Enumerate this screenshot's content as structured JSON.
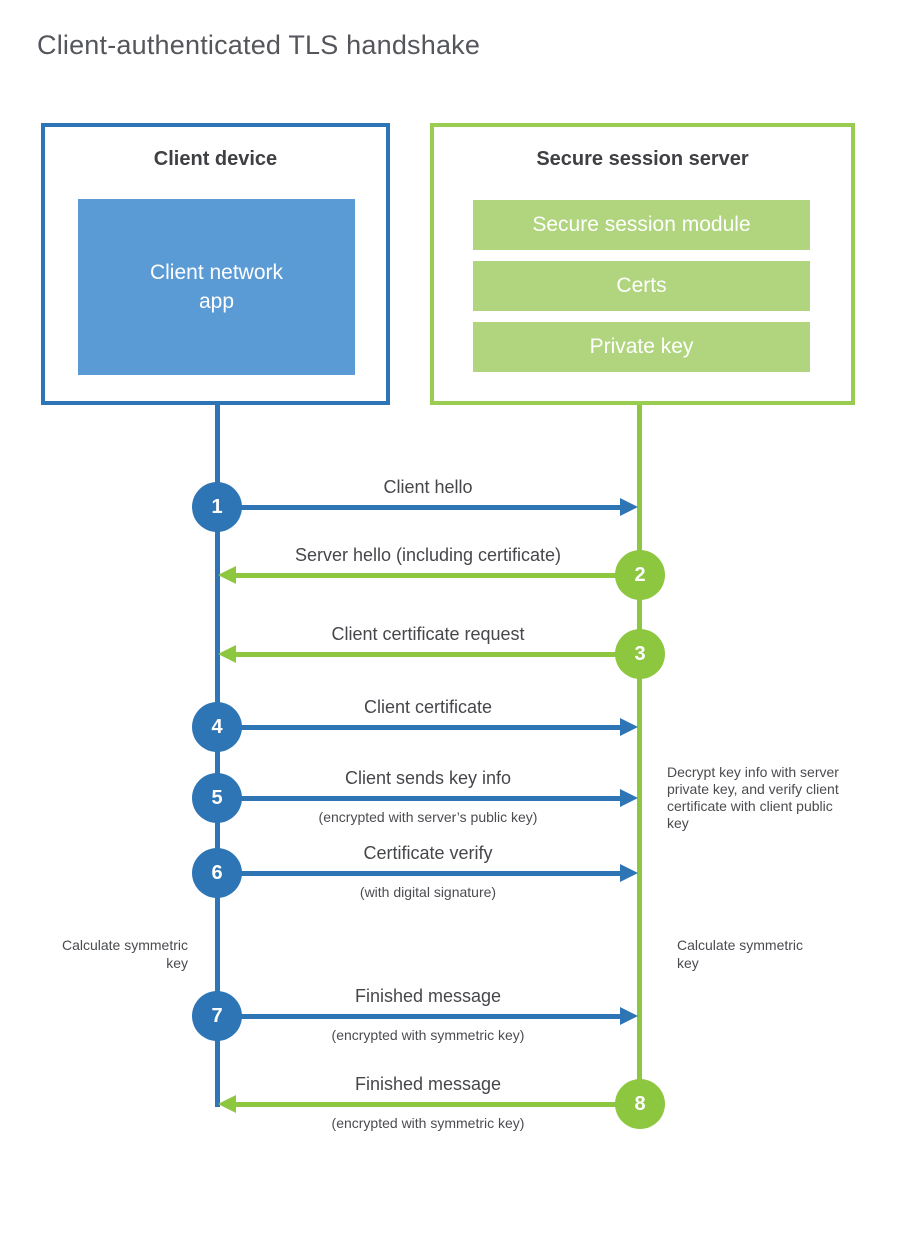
{
  "title": "Client-authenticated TLS handshake",
  "colors": {
    "blue": "#2e75b6",
    "blue_fill": "#5b9bd5",
    "green": "#8dc63f",
    "green_border": "#9acc50",
    "green_fill": "#b0d57e"
  },
  "client": {
    "title": "Client device",
    "app_line1": "Client network",
    "app_line2": "app"
  },
  "server": {
    "title": "Secure session server",
    "modules": [
      "Secure session module",
      "Certs",
      "Private key"
    ]
  },
  "messages": [
    {
      "num": "1",
      "dir": "right",
      "label": "Client hello",
      "sub": ""
    },
    {
      "num": "2",
      "dir": "left",
      "label": "Server hello (including certificate)",
      "sub": ""
    },
    {
      "num": "3",
      "dir": "left",
      "label": "Client certificate request",
      "sub": ""
    },
    {
      "num": "4",
      "dir": "right",
      "label": "Client certificate",
      "sub": ""
    },
    {
      "num": "5",
      "dir": "right",
      "label": "Client sends key info",
      "sub": "(encrypted with server’s public key)"
    },
    {
      "num": "6",
      "dir": "right",
      "label": "Certificate verify",
      "sub": "(with digital signature)"
    },
    {
      "num": "7",
      "dir": "right",
      "label": "Finished message",
      "sub": "(encrypted with symmetric key)"
    },
    {
      "num": "8",
      "dir": "left",
      "label": "Finished message",
      "sub": "(encrypted with symmetric key)"
    }
  ],
  "annotations": {
    "decrypt_note": "Decrypt key info with server private key, and verify client certificate with client public key",
    "calc_left": "Calculate symmetric key",
    "calc_right": "Calculate symmetric key"
  }
}
